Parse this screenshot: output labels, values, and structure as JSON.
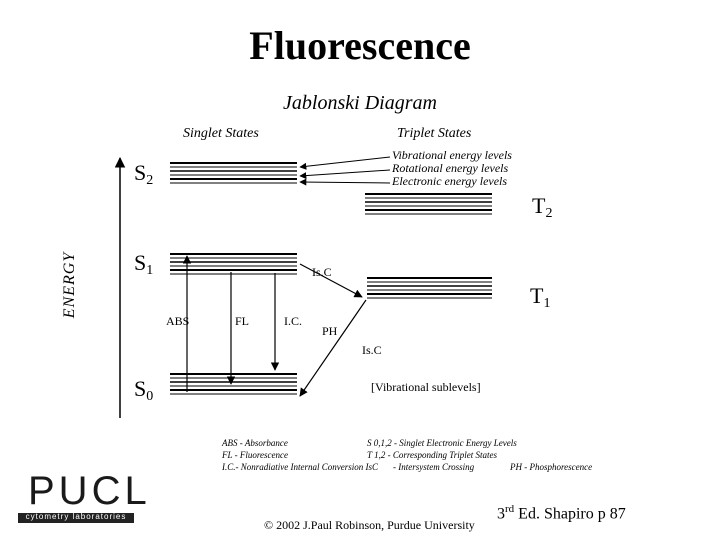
{
  "title": "Fluorescence",
  "subtitle": "Jablonski Diagram",
  "headers": {
    "singlet": "Singlet States",
    "triplet": "Triplet States"
  },
  "axis_label": "ENERGY",
  "states": {
    "s2": {
      "letter": "S",
      "index": "2"
    },
    "s1": {
      "letter": "S",
      "index": "1"
    },
    "s0": {
      "letter": "S",
      "index": "0"
    },
    "t2": {
      "letter": "T",
      "index": "2"
    },
    "t1": {
      "letter": "T",
      "index": "1"
    }
  },
  "level_notes": {
    "vibrational": "Vibrational energy levels",
    "rotational": "Rotational energy levels",
    "electronic": "Electronic energy levels"
  },
  "transitions": {
    "abs": "ABS",
    "fl": "FL",
    "ic": "I.C.",
    "isc_upper": "Is.C",
    "isc_lower": "Is.C",
    "ph": "PH"
  },
  "sublevels_label": "[Vibrational sublevels]",
  "legend": {
    "left": [
      "ABS - Absorbance",
      "FL - Fluorescence",
      "I.C.- Nonradiative Internal Conversion",
      "IsC"
    ],
    "middle": [
      "S 0,1,2 - Singlet Electronic Energy Levels",
      "T 1,2    - Corresponding Triplet States",
      "- Intersystem Crossing"
    ],
    "right": "PH - Phosphorescence"
  },
  "logo": {
    "text": "PUCL",
    "subtext": "cytometry laboratories"
  },
  "copyright": "© 2002 J.Paul Robinson, Purdue University",
  "reference": {
    "edition": "3",
    "suffix": "rd",
    "rest": " Ed. Shapiro p 87"
  }
}
